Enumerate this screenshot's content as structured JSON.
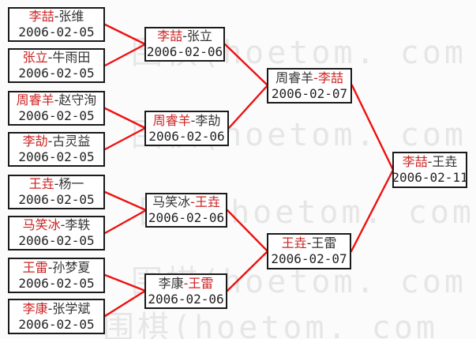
{
  "separator": "-",
  "colors": {
    "winner_name": "#cc2222",
    "other_name": "#333333",
    "line": "#ee1111",
    "watermark": "#e6e6e6"
  },
  "watermark": {
    "text": "围棋(hoetom. com"
  },
  "rounds": [
    {
      "matches": [
        {
          "p1": "李喆",
          "p1_color": "#cc2222",
          "p2": "张维",
          "p2_color": "#333333",
          "date": "2006-02-05"
        },
        {
          "p1": "张立",
          "p1_color": "#cc2222",
          "p2": "牛雨田",
          "p2_color": "#333333",
          "date": "2006-02-05"
        },
        {
          "p1": "周睿羊",
          "p1_color": "#cc2222",
          "p2": "赵守洵",
          "p2_color": "#333333",
          "date": "2006-02-05"
        },
        {
          "p1": "李劼",
          "p1_color": "#cc2222",
          "p2": "古灵益",
          "p2_color": "#333333",
          "date": "2006-02-05"
        },
        {
          "p1": "王垚",
          "p1_color": "#cc2222",
          "p2": "杨一",
          "p2_color": "#333333",
          "date": "2006-02-05"
        },
        {
          "p1": "马笑冰",
          "p1_color": "#cc2222",
          "p2": "李轶",
          "p2_color": "#333333",
          "date": "2006-02-05"
        },
        {
          "p1": "王雷",
          "p1_color": "#cc2222",
          "p2": "孙梦夏",
          "p2_color": "#333333",
          "date": "2006-02-05"
        },
        {
          "p1": "李康",
          "p1_color": "#cc2222",
          "p2": "张学斌",
          "p2_color": "#333333",
          "date": "2006-02-05"
        }
      ]
    },
    {
      "matches": [
        {
          "p1": "李喆",
          "p1_color": "#cc2222",
          "p2": "张立",
          "p2_color": "#333333",
          "date": "2006-02-06"
        },
        {
          "p1": "周睿羊",
          "p1_color": "#cc2222",
          "p2": "李劼",
          "p2_color": "#333333",
          "date": "2006-02-06"
        },
        {
          "p1": "马笑冰",
          "p1_color": "#333333",
          "p2": "王垚",
          "p2_color": "#cc2222",
          "date": "2006-02-06"
        },
        {
          "p1": "李康",
          "p1_color": "#333333",
          "p2": "王雷",
          "p2_color": "#cc2222",
          "date": "2006-02-06"
        }
      ]
    },
    {
      "matches": [
        {
          "p1": "周睿羊",
          "p1_color": "#333333",
          "p2": "李喆",
          "p2_color": "#cc2222",
          "date": "2006-02-07"
        },
        {
          "p1": "王垚",
          "p1_color": "#cc2222",
          "p2": "王雷",
          "p2_color": "#333333",
          "date": "2006-02-07"
        }
      ]
    },
    {
      "matches": [
        {
          "p1": "李喆",
          "p1_color": "#cc2222",
          "p2": "王垚",
          "p2_color": "#333333",
          "date": "2006-02-11"
        }
      ]
    }
  ]
}
